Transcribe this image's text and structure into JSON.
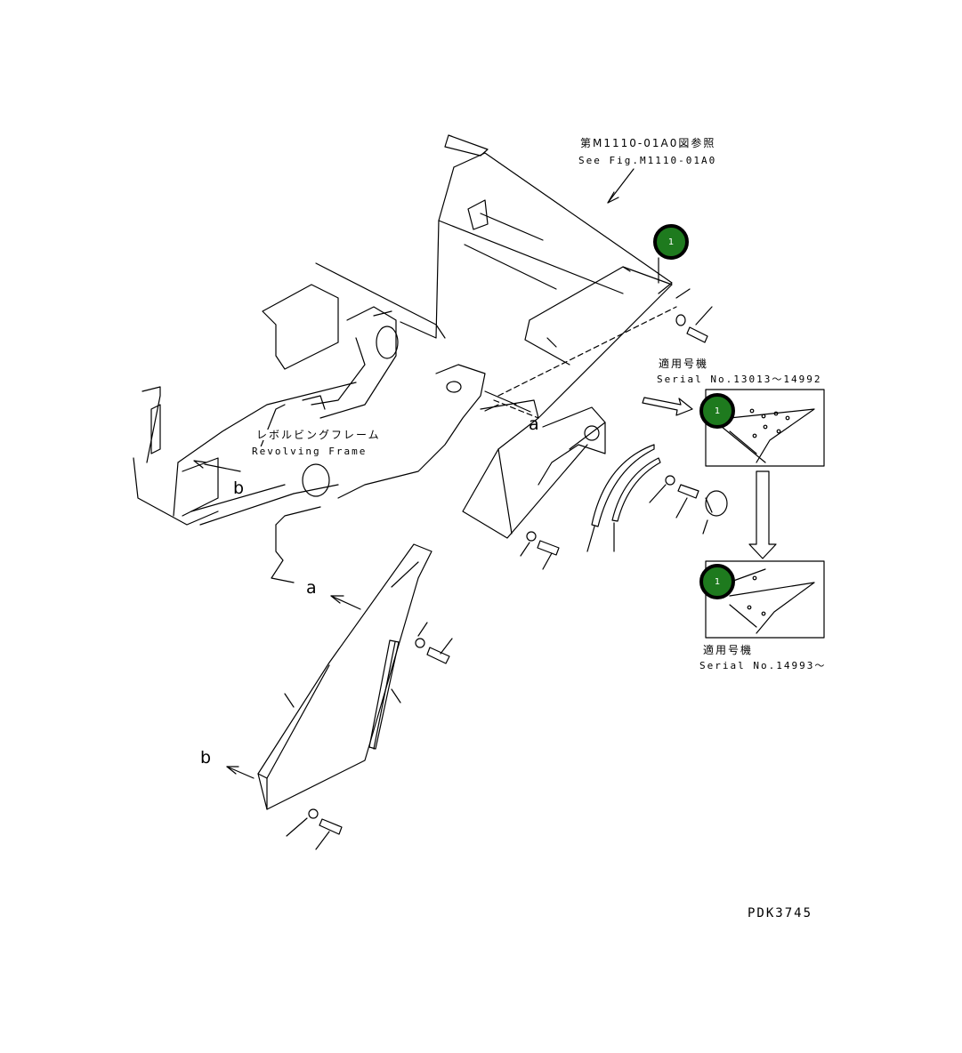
{
  "labels": {
    "see_fig_jp": "第M1110-01A0図参照",
    "see_fig_en": "See Fig.M1110-01A0",
    "serial_jp_1": "適用号機",
    "serial_en_1": "Serial No.13013〜14992",
    "serial_jp_2": "適用号機",
    "serial_en_2": "Serial No.14993〜",
    "frame_jp": "レボルビングフレーム",
    "frame_en": "Revolving Frame",
    "ref_a_upper": "a",
    "ref_b_upper": "b",
    "ref_a_lower": "a",
    "ref_b_lower": "b",
    "drawing_code": "PDK3745"
  },
  "callouts": [
    {
      "number": "1"
    },
    {
      "number": "1"
    },
    {
      "number": "1"
    }
  ],
  "colors": {
    "callout_fill": "#1e7a1e",
    "line": "#000000",
    "background": "#ffffff"
  }
}
